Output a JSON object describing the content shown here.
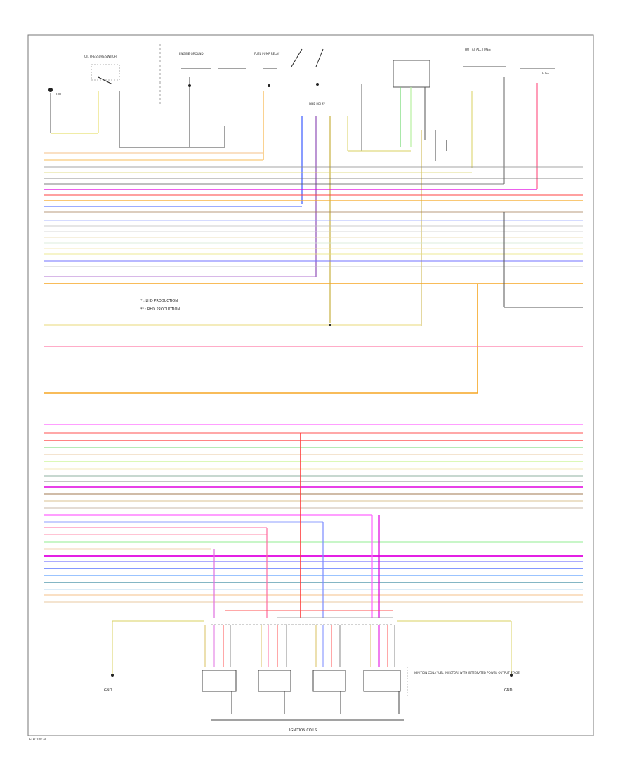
{
  "notes": {
    "line1": "* : LHD PRODUCTION",
    "line2": "** : RHD PRODUCTION"
  },
  "top_labels": {
    "oil_pressure_switch": "OIL PRESSURE SWITCH",
    "engine_ground": "ENGINE GROUND",
    "fuel_pump_relay": "FUEL PUMP RELAY",
    "dme_relay": "DME RELAY",
    "hot_at_all_times": "HOT AT ALL TIMES",
    "fuse": "FUSE",
    "ground": "GND"
  },
  "bottom_labels": {
    "ground_left": "GND",
    "ground_right": "GND",
    "ignition_coils": "IGNITION COILS",
    "coil_note": "IGNITION COIL (FUEL INJECTOR) WITH INTEGRATED POWER OUTPUT STAGE",
    "footer": "ELECTRICAL"
  },
  "colors": {
    "orange": "#f5a623",
    "pink": "#ff66cc",
    "magenta": "#e000e0",
    "red": "#ff3b3b",
    "blue": "#3b5bff",
    "lightblue": "#8fb0ff",
    "green": "#6fd86f",
    "lightgreen": "#b8f0a0",
    "yellow": "#e8e070",
    "gray": "#888888",
    "brown": "#a07a50",
    "black": "#222222",
    "violet": "#b070ff",
    "tan": "#e8c8a0"
  }
}
